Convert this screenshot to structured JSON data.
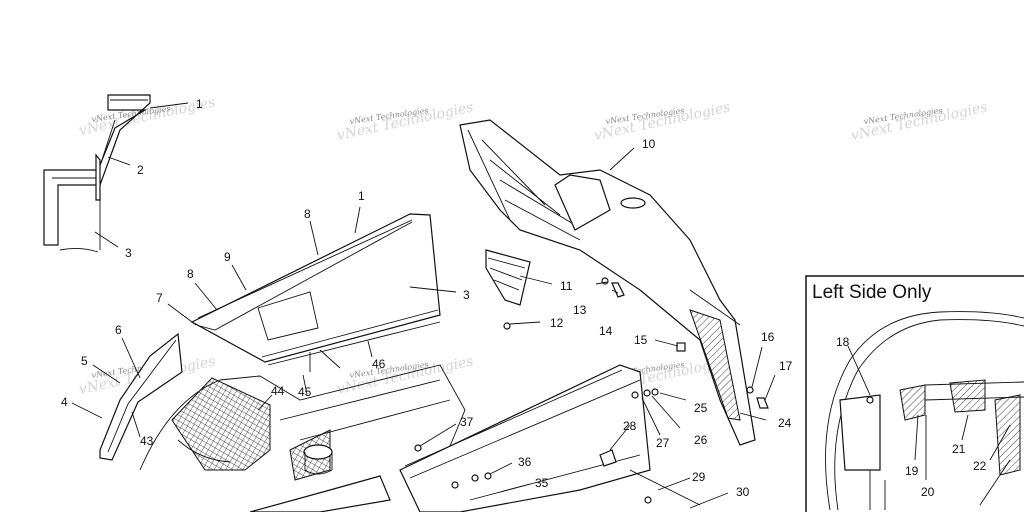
{
  "diagram": {
    "watermark_text": "vNext Technologies",
    "inset": {
      "title": "Left Side Only"
    },
    "callouts": {
      "c1a": "1",
      "c2": "2",
      "c3a": "3",
      "c1b": "1",
      "c8a": "8",
      "c9": "9",
      "c8b": "8",
      "c7": "7",
      "c3b": "3",
      "c6": "6",
      "c5": "5",
      "c4": "4",
      "c43": "43",
      "c44": "44",
      "c45": "45",
      "c46": "46",
      "c10": "10",
      "c11": "11",
      "c12": "12",
      "c13": "13",
      "c14": "14",
      "c15": "15",
      "c16": "16",
      "c17": "17",
      "c24": "24",
      "c25": "25",
      "c26": "26",
      "c27": "27",
      "c28": "28",
      "c29": "29",
      "c30": "30",
      "c35": "35",
      "c36": "36",
      "c37": "37",
      "c18": "18",
      "c19": "19",
      "c20": "20",
      "c21": "21",
      "c22": "22"
    }
  }
}
